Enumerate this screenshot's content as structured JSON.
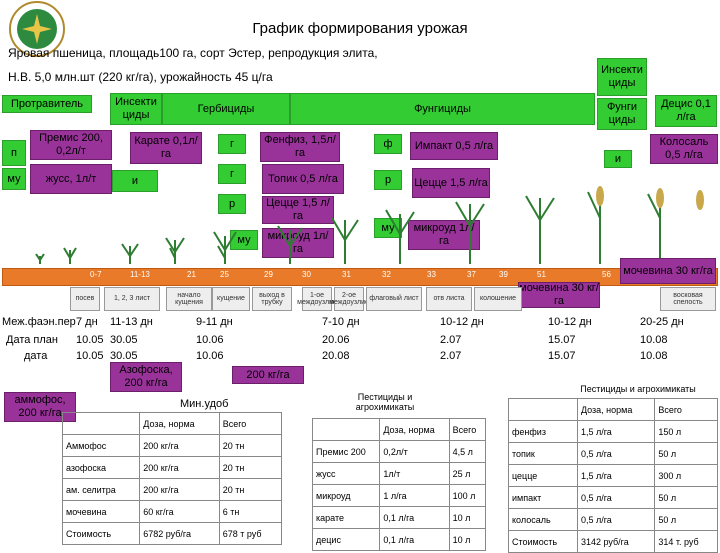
{
  "header": {
    "title": "График формирования урожая",
    "line1": "Яровая пшеница, площадь100 га, сорт Эстер, репродукция элита,",
    "line2": "Н.В. 5,0 млн.шт (220 кг/га), урожайность 45 ц/га"
  },
  "categories": {
    "protravitel": "Протравитель",
    "insecticides": "Инсекти циды",
    "herbicides": "Гербициды",
    "fungicides": "Фунгициды",
    "insecticides_right": "Инсекти циды",
    "fungicides_right": "Фунги циды",
    "decis": "Децис 0,1 л/га"
  },
  "boxes": {
    "p": "п",
    "mu1": "му",
    "premis": "Премис 200, 0,2л/т",
    "zhuss": "жусс, 1л/т",
    "i1": "и",
    "karate": "Карате 0,1л/га",
    "g1": "г",
    "g2": "г",
    "r1": "р",
    "mu2": "му",
    "fenfiz": "Фенфиз, 1,5л/га",
    "topik": "Топик 0,5 л/га",
    "cecce1": "Цецце 1,5 л/га",
    "mikroud1": "микроуд 1л/га",
    "f": "ф",
    "impakt": "Импакт 0,5 л/га",
    "r2": "р",
    "cecce2": "Цецце 1,5 л/га",
    "mu3": "му",
    "mikroud2": "микроуд 1л/га",
    "i2": "и",
    "kolosal": "Колосаль 0,5 л/га",
    "mochevina_right": "мочевина 30 кг/га",
    "mochevina_mid": "мочевина 30 кг/га",
    "azofoska": "Азофоска, 200 кг/га",
    "ammofos": "аммофос, 200 кг/га",
    "dose200": "200 кг/га"
  },
  "stage_codes": [
    "0-7",
    "11-13",
    "21",
    "25",
    "29",
    "30",
    "31",
    "32",
    "33",
    "37",
    "39",
    "51",
    "56"
  ],
  "stages": [
    "посев",
    "1, 2, 3 лист",
    "начало кущения",
    "кущение",
    "выход в трубку",
    "1-ое междоузлие",
    "2-ое междоузлие",
    "флаговый лист",
    "отв листа",
    "колошение",
    "восковая спелость"
  ],
  "rows": {
    "interphase_label": "Меж.фаэн.пер",
    "interphase": [
      "7 дн",
      "11-13 дн",
      "9-11 дн",
      "7-10 дн",
      "10-12 дн",
      "10-12 дн",
      "20-25 дн"
    ],
    "plan_label": "Дата план",
    "plan": [
      "10.05",
      "30.05",
      "10.06",
      "20.06",
      "2.07",
      "15.07",
      "10.08"
    ],
    "date_label": "дата",
    "date": [
      "10.05",
      "30.05",
      "10.06",
      "20.08",
      "2.07",
      "15.07",
      "10.08"
    ]
  },
  "fert_table": {
    "title": "Мин.удоб",
    "headers": [
      "",
      "Доза, норма",
      "Всего"
    ],
    "rows": [
      [
        "Аммофос",
        "200 кг/га",
        "20 тн"
      ],
      [
        "азофоска",
        "200 кг/га",
        "20 тн"
      ],
      [
        "ам. селитра",
        "200 кг/га",
        "20 тн"
      ],
      [
        "мочевина",
        "60 кг/га",
        "6 тн"
      ],
      [
        "Стоимость",
        "6782 руб/га",
        "678 т руб"
      ]
    ]
  },
  "pest_table1": {
    "title": "Пестициды и агрохимикаты",
    "headers": [
      "",
      "Доза, норма",
      "Всего"
    ],
    "rows": [
      [
        "Премис 200",
        "0,2л/т",
        "4,5 л"
      ],
      [
        "жусс",
        "1л/т",
        "25 л"
      ],
      [
        "микроуд",
        "1 л/га",
        "100 л"
      ],
      [
        "карате",
        "0,1 л/га",
        "10 л"
      ],
      [
        "децис",
        "0,1 л/га",
        "10 л"
      ]
    ]
  },
  "pest_table2": {
    "title": "Пестициды и агрохимикаты",
    "headers": [
      "",
      "Доза, норма",
      "Всего"
    ],
    "rows": [
      [
        "фенфиз",
        "1,5 л/га",
        "150 л"
      ],
      [
        "топик",
        "0,5 л/га",
        "50 л"
      ],
      [
        "цецце",
        "1,5 л/га",
        "300 л"
      ],
      [
        "импакт",
        "0,5 л/га",
        "50 л"
      ],
      [
        "колосаль",
        "0,5 л/га",
        "50 л"
      ],
      [
        "Стоимость",
        "3142 руб/га",
        "314 т. руб"
      ]
    ]
  }
}
